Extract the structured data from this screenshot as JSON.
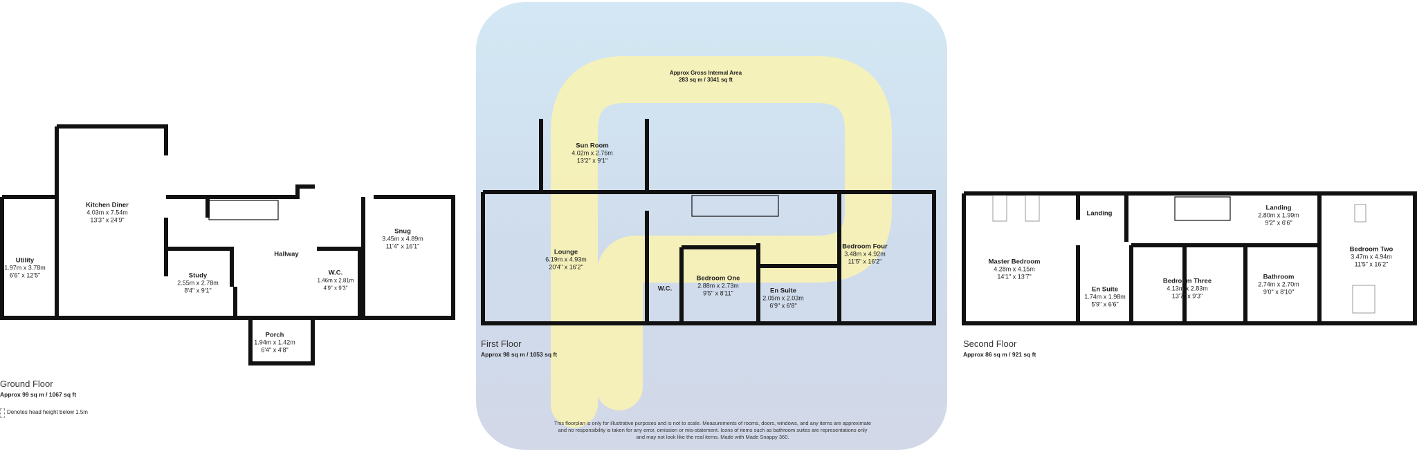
{
  "gross_area": {
    "title": "Approx Gross Internal Area",
    "value": "283 sq m / 3041 sq ft"
  },
  "colors": {
    "wall": "#111111",
    "watermark_yellow": "#fbf3b0",
    "watermark_bg": "#d0e0ef"
  },
  "ground_floor": {
    "title": "Ground Floor",
    "area": "Approx 99 sq m / 1067 sq ft",
    "legend": "Denotes head height below 1.5m",
    "rooms": [
      {
        "name": "Kitchen Diner",
        "metric": "4.03m x 7.54m",
        "imperial": "13'3\" x 24'9\""
      },
      {
        "name": "Utility",
        "metric": "1.97m x 3.78m",
        "imperial": "6'6\" x 12'5\""
      },
      {
        "name": "Study",
        "metric": "2.55m x 2.78m",
        "imperial": "8'4\" x 9'1\""
      },
      {
        "name": "Hallway"
      },
      {
        "name": "W.C.",
        "metric": "1.46m x 2.81m",
        "imperial": "4'9\" x 9'3\""
      },
      {
        "name": "Snug",
        "metric": "3.45m x 4.89m",
        "imperial": "11'4\" x 16'1\""
      },
      {
        "name": "Porch",
        "metric": "1.94m x 1.42m",
        "imperial": "6'4\" x 4'8\""
      }
    ]
  },
  "first_floor": {
    "title": "First Floor",
    "area": "Approx 98 sq m / 1053 sq ft",
    "rooms": [
      {
        "name": "Sun Room",
        "metric": "4.02m x 2.76m",
        "imperial": "13'2\" x 9'1\""
      },
      {
        "name": "Lounge",
        "metric": "6.19m x 4.93m",
        "imperial": "20'4\" x 16'2\""
      },
      {
        "name": "W.C."
      },
      {
        "name": "Bedroom One",
        "metric": "2.88m x 2.73m",
        "imperial": "9'5\" x 8'11\""
      },
      {
        "name": "En Suite",
        "metric": "2.05m x 2.03m",
        "imperial": "6'9\" x 6'8\""
      },
      {
        "name": "Bedroom Four",
        "metric": "3.48m x 4.92m",
        "imperial": "11'5\" x 16'2\""
      }
    ]
  },
  "second_floor": {
    "title": "Second Floor",
    "area": "Approx 86 sq m / 921 sq ft",
    "rooms": [
      {
        "name": "Master Bedroom",
        "metric": "4.28m x 4.15m",
        "imperial": "14'1\" x 13'7\""
      },
      {
        "name": "Landing"
      },
      {
        "name": "En Suite",
        "metric": "1.74m x 1.98m",
        "imperial": "5'9\" x 6'6\""
      },
      {
        "name": "Bedroom Three",
        "metric": "4.13m x 2.83m",
        "imperial": "13'7\" x 9'3\""
      },
      {
        "name": "Landing",
        "metric": "2.80m x 1.99m",
        "imperial": "9'2\" x 6'6\""
      },
      {
        "name": "Bathroom",
        "metric": "2.74m x 2.70m",
        "imperial": "9'0\" x 8'10\""
      },
      {
        "name": "Bedroom Two",
        "metric": "3.47m x 4.94m",
        "imperial": "11'5\" x 16'2\""
      }
    ]
  },
  "disclaimer": "This floorplan is only for illustrative purposes and is not to scale. Measurements of rooms, doors, windows, and any items are approximate and no responsibility is taken for any error, omission or mis-statement. Icons of items such as bathroom suites are representations only and may not look like the real items. Made with Made Snappy 360."
}
